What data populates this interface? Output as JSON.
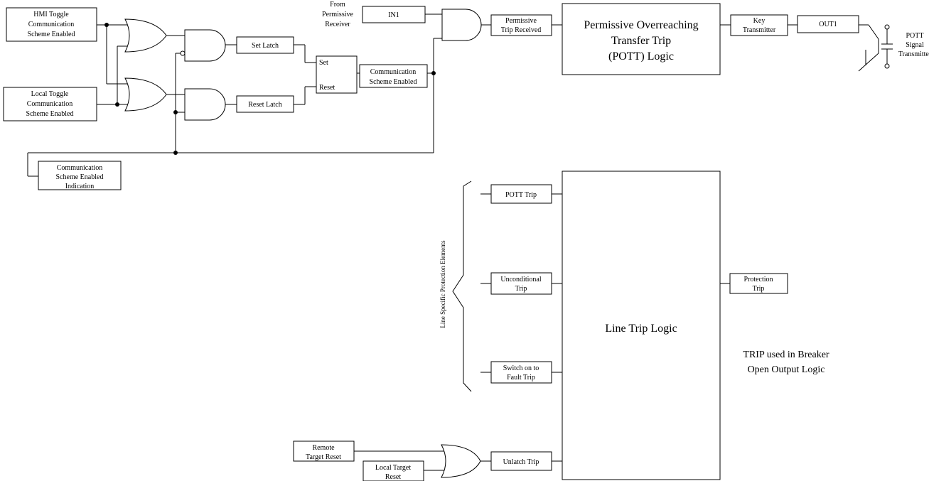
{
  "top": {
    "hmi_toggle": [
      "HMI Toggle",
      "Communication",
      "Scheme Enabled"
    ],
    "local_toggle": [
      "Local Toggle",
      "Communication",
      "Scheme Enabled"
    ],
    "set_latch": "Set Latch",
    "reset_latch": "Reset Latch",
    "latch_set": "Set",
    "latch_reset": "Reset",
    "comm_enabled": [
      "Communication",
      "Scheme Enabled"
    ],
    "comm_indication": [
      "Communication",
      "Scheme Enabled",
      "Indication"
    ],
    "from_receiver": [
      "From",
      "Permissive",
      "Receiver"
    ],
    "in1": "IN1",
    "permissive_trip": [
      "Permissive",
      "Trip Received"
    ],
    "pott_logic": [
      "Permissive Overreaching",
      "Transfer Trip",
      "(POTT) Logic"
    ],
    "key_transmitter": [
      "Key",
      "Transmitter"
    ],
    "out1": "OUT1",
    "pott_signal": [
      "POTT",
      "Signal",
      "Transmitter"
    ]
  },
  "bottom": {
    "brace_label": "Line Specific Protection Elements",
    "pott_trip": "POTT Trip",
    "unconditional_trip": [
      "Unconditional",
      "Trip"
    ],
    "sotf_trip": [
      "Switch on to",
      "Fault Trip"
    ],
    "unlatch_trip": "Unlatch Trip",
    "remote_reset": [
      "Remote",
      "Target Reset"
    ],
    "local_reset": [
      "Local Target",
      "Reset"
    ],
    "line_trip_logic": "Line Trip Logic",
    "protection_trip": [
      "Protection",
      "Trip"
    ],
    "trip_note": [
      "TRIP used in Breaker",
      "Open Output Logic"
    ]
  }
}
